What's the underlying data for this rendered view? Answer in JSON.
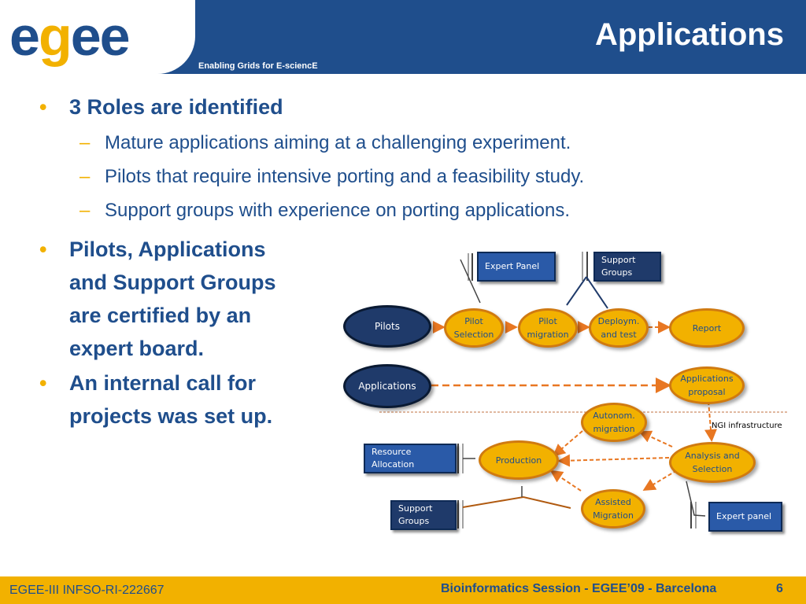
{
  "header": {
    "logo_text": "egee",
    "tagline": "Enabling Grids for E-sciencE",
    "title": "Applications"
  },
  "bullets": {
    "b1": "3 Roles are identified",
    "b1_subs": [
      "Mature applications aiming at a challenging experiment.",
      "Pilots that require intensive porting and a feasibility study.",
      "Support groups with experience on porting applications."
    ],
    "b2_lines": [
      "Pilots, Applications",
      "and Support Groups",
      "are certified by an",
      "expert board."
    ],
    "b3_lines": [
      "An internal call for",
      "projects was set up."
    ]
  },
  "diagram": {
    "boxes": {
      "expert_panel_top": "Expert Panel",
      "support_groups_top": "Support Groups",
      "resource_allocation": "Resource Allocation",
      "support_groups_bottom": "Support Groups",
      "expert_panel_bottom": "Expert panel"
    },
    "ovals": {
      "pilots": "Pilots",
      "applications": "Applications"
    },
    "nodes": {
      "pilot_selection": "Pilot Selection",
      "pilot_migration": "Pilot migration",
      "deploym_test": "Deploym. and test",
      "report": "Report",
      "applications_proposal": "Applications proposal",
      "autonom_migration": "Autonom. migration",
      "production": "Production",
      "analysis_selection": "Analysis and Selection",
      "assisted_migration": "Assisted Migration"
    },
    "ngi_label": "NGI infrastructure",
    "colors": {
      "orange": "#f2b100",
      "orange_border": "#d07a10",
      "arrow": "#e87722",
      "navy": "#1f3a6a"
    }
  },
  "footer": {
    "left": "EGEE-III INFSO-RI-222667",
    "center": "Bioinformatics Session - EGEE’09 - Barcelona",
    "page": "6"
  }
}
